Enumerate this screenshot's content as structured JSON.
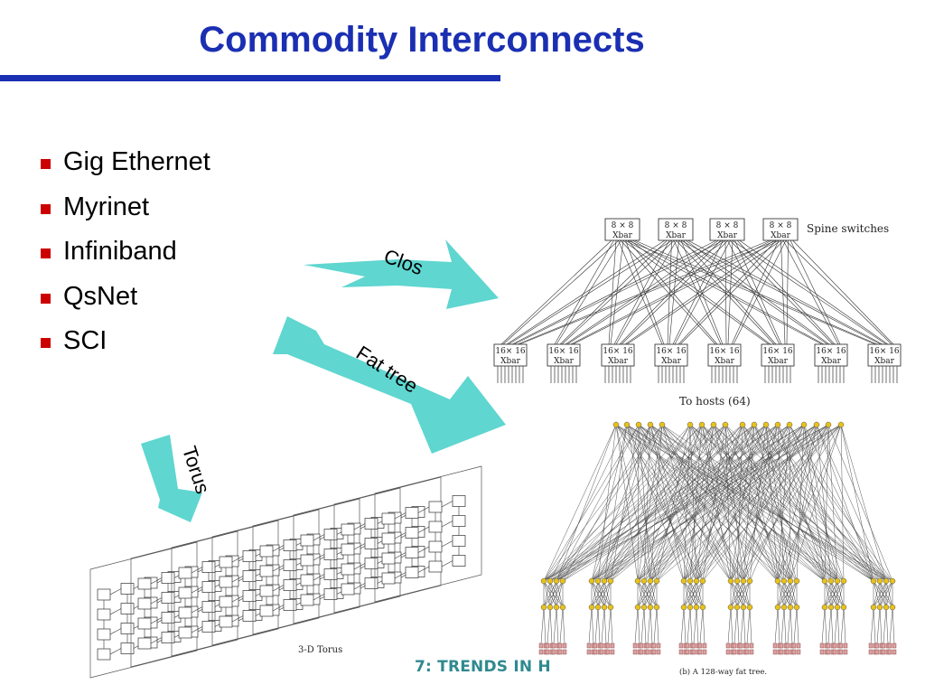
{
  "title": "Commodity Interconnects",
  "bullets": [
    "Gig Ethernet",
    "Myrinet",
    "Infiniband",
    "QsNet",
    "SCI"
  ],
  "arrows": {
    "clos": "Clos",
    "fat_tree": "Fat tree",
    "torus": "Torus"
  },
  "clos_diagram": {
    "spine_label": "Spine switches",
    "spine_switch": [
      "8 × 8",
      "Xbar"
    ],
    "leaf_switch": [
      "16× 16",
      "Xbar"
    ],
    "spine_count": 4,
    "leaf_count": 8,
    "hosts_label": "To hosts (64)"
  },
  "fat_tree_diagram": {
    "caption": "(b) A 128-way fat tree."
  },
  "torus_diagram": {
    "label": "3-D Torus"
  },
  "footer": "7: TRENDS IN H",
  "colors": {
    "title": "#1a2fb2",
    "bullet": "#cc0000",
    "arrow": "#5fd6d0",
    "footer": "#2f8a8f"
  }
}
